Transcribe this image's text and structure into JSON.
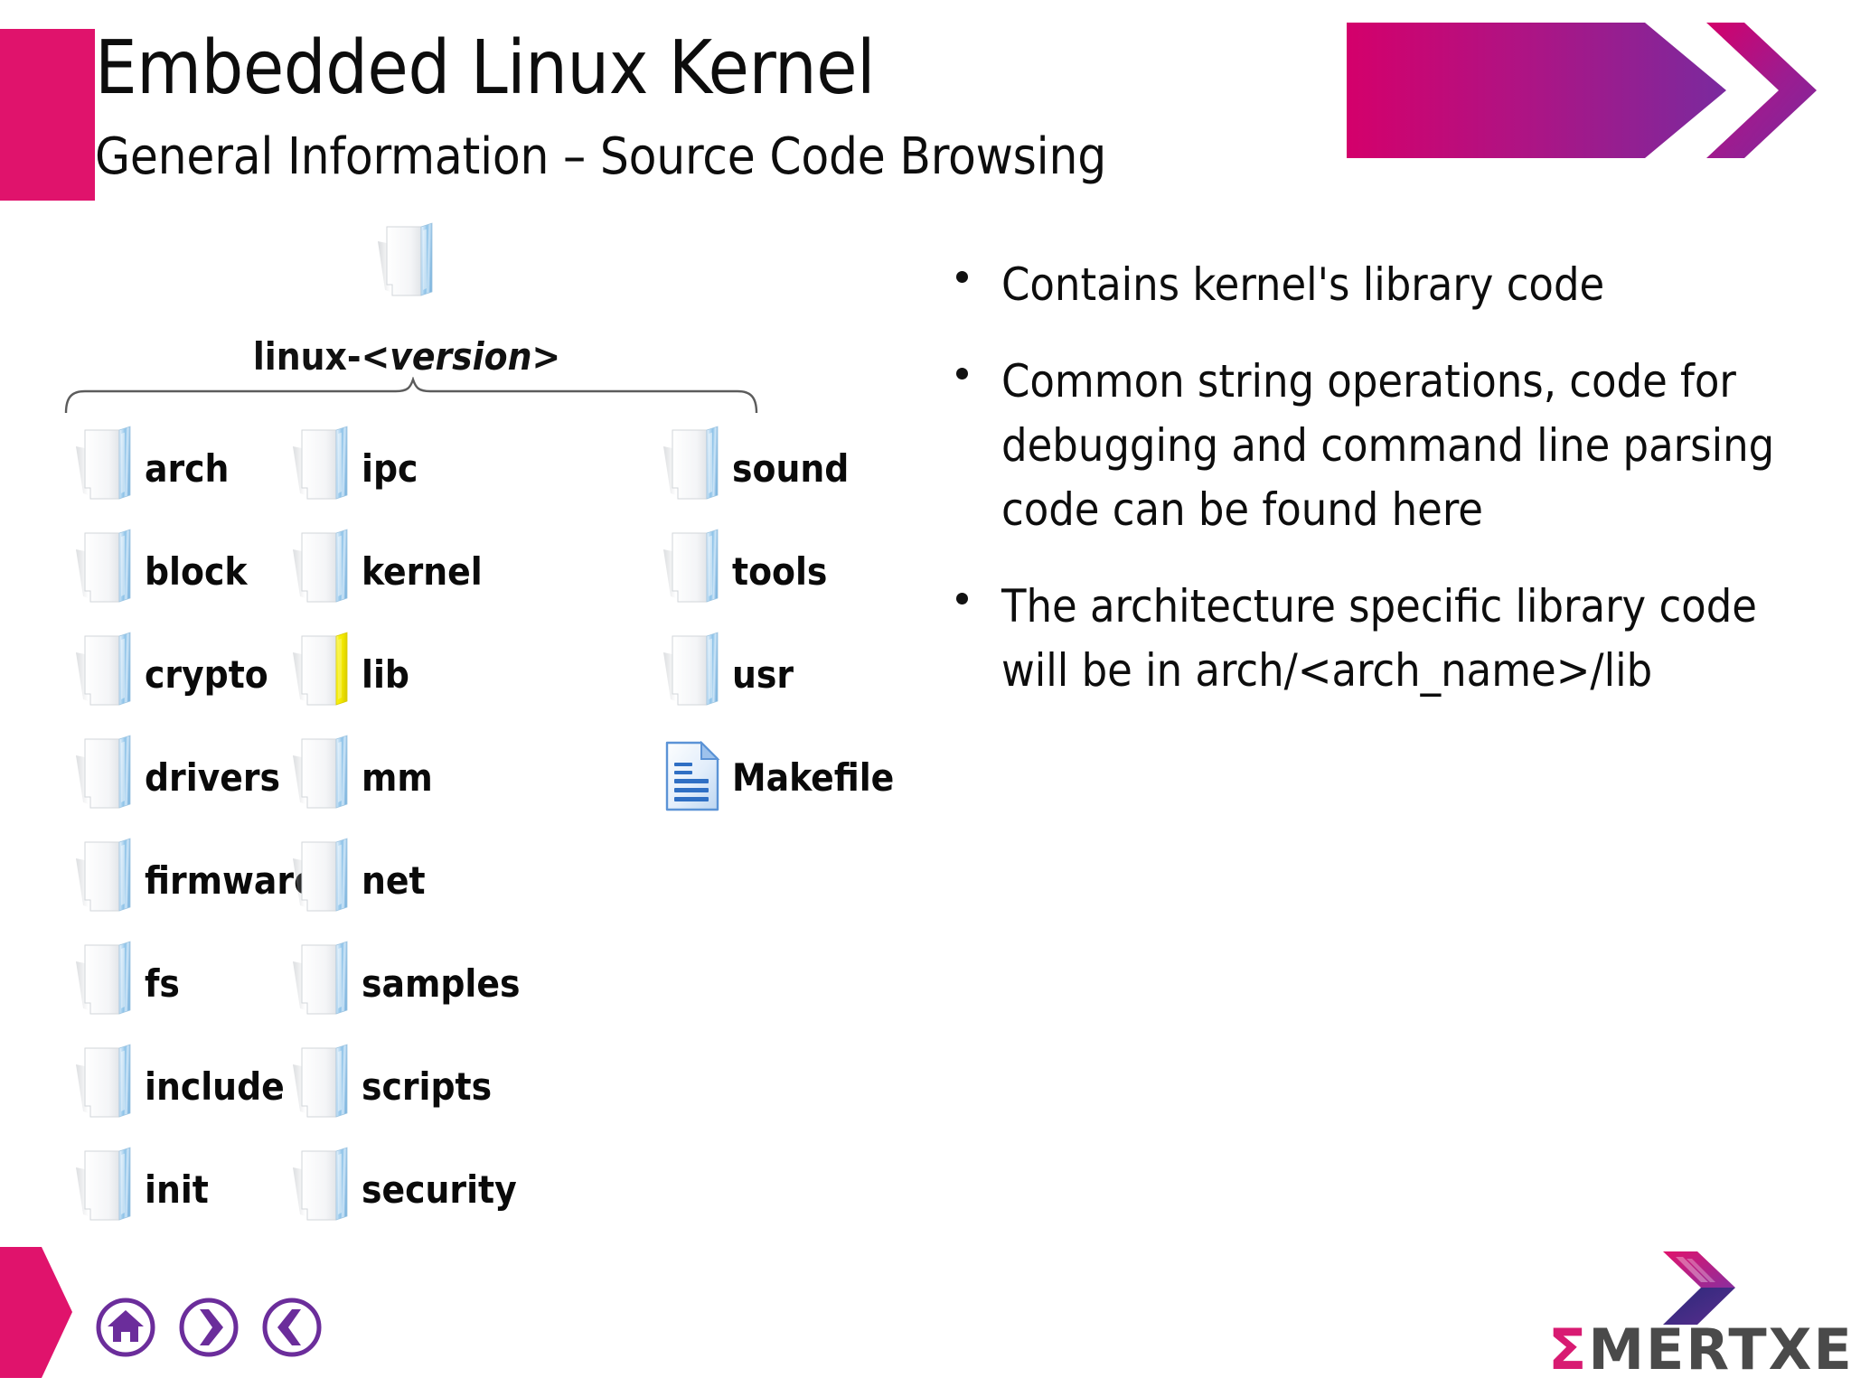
{
  "header": {
    "title": "Embedded Linux Kernel",
    "subtitle": "General Information – Source Code Browsing",
    "accent_pink": "#E0136C",
    "banner_gradient_from": "#CC0066",
    "banner_gradient_to": "#7A2A9E"
  },
  "tree": {
    "root_label": "linux-<version>",
    "root_label_plain": "linux-",
    "root_label_italic": "<version>",
    "columns": [
      {
        "name": "column-1",
        "items": [
          {
            "label": "arch",
            "icon": "folder-icon",
            "highlight": false
          },
          {
            "label": "block",
            "icon": "folder-icon",
            "highlight": false
          },
          {
            "label": "crypto",
            "icon": "folder-icon",
            "highlight": false
          },
          {
            "label": "drivers",
            "icon": "folder-icon",
            "highlight": false
          },
          {
            "label": "firmware",
            "icon": "folder-icon",
            "highlight": false
          },
          {
            "label": "fs",
            "icon": "folder-icon",
            "highlight": false
          },
          {
            "label": "include",
            "icon": "folder-icon",
            "highlight": false
          },
          {
            "label": "init",
            "icon": "folder-icon",
            "highlight": false
          }
        ]
      },
      {
        "name": "column-2",
        "items": [
          {
            "label": "ipc",
            "icon": "folder-icon",
            "highlight": false
          },
          {
            "label": "kernel",
            "icon": "folder-icon",
            "highlight": false
          },
          {
            "label": "lib",
            "icon": "folder-icon-yellow",
            "highlight": true
          },
          {
            "label": "mm",
            "icon": "folder-icon",
            "highlight": false
          },
          {
            "label": "net",
            "icon": "folder-icon",
            "highlight": false
          },
          {
            "label": "samples",
            "icon": "folder-icon",
            "highlight": false
          },
          {
            "label": "scripts",
            "icon": "folder-icon",
            "highlight": false
          },
          {
            "label": "security",
            "icon": "folder-icon",
            "highlight": false
          }
        ]
      },
      {
        "name": "column-3",
        "items": [
          {
            "label": "sound",
            "icon": "folder-icon",
            "highlight": false
          },
          {
            "label": "tools",
            "icon": "folder-icon",
            "highlight": false
          },
          {
            "label": "usr",
            "icon": "folder-icon",
            "highlight": false
          },
          {
            "label": "Makefile",
            "icon": "document-icon",
            "highlight": false
          }
        ]
      }
    ],
    "highlight_color": "#F2EA0B"
  },
  "bullets": [
    "Contains kernel's library code",
    "Common string operations, code for debugging and command line parsing code can be found here",
    "The architecture specific library code will be in arch/<arch_name>/lib"
  ],
  "footer": {
    "nav": [
      {
        "name": "home-button",
        "icon": "home-icon"
      },
      {
        "name": "next-button",
        "icon": "chevron-right-icon"
      },
      {
        "name": "previous-button",
        "icon": "chevron-left-icon"
      }
    ],
    "logo_text": "MERTXE",
    "logo_sigma": "Σ",
    "logo_full": "ΣMERTXE",
    "nav_color": "#6B2D9B",
    "arrow_color": "#E0136C"
  }
}
